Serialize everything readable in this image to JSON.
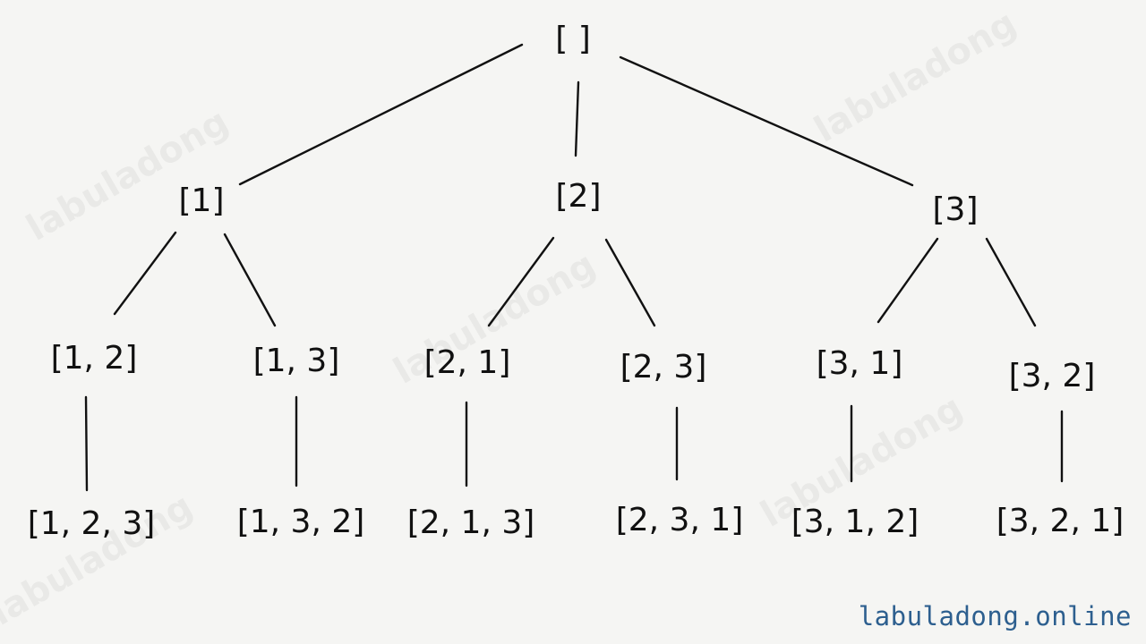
{
  "diagram": {
    "root": "[  ]",
    "level1": [
      "[1]",
      "[2]",
      "[3]"
    ],
    "level2": [
      "[1, 2]",
      "[1, 3]",
      "[2, 1]",
      "[2, 3]",
      "[3, 1]",
      "[3, 2]"
    ],
    "level3": [
      "[1, 2, 3]",
      "[1, 3, 2]",
      "[2, 1, 3]",
      "[2, 3, 1]",
      "[3, 1, 2]",
      "[3, 2, 1]"
    ]
  },
  "watermark": "labuladong",
  "site_label": "labuladong.online",
  "colors": {
    "line": "#111111",
    "text": "#111111",
    "site_label": "#2d5f8f",
    "background": "#f5f5f3"
  }
}
